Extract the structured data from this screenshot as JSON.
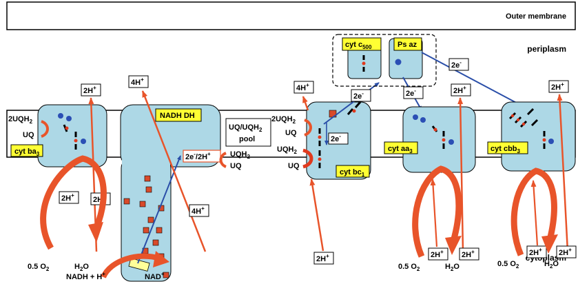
{
  "regions": {
    "outer_membrane": "Outer membrane",
    "periplasm": "periplasm",
    "cytoplasm": "cytoplasm"
  },
  "colors": {
    "complex_fill": "#add8e6",
    "name_box_fill": "#ffff33",
    "arrow_orange": "#e8542a",
    "electron_arrow": "#2a4ea8",
    "cube_fill": "#d94a2a",
    "heme_red": "#e03a1e",
    "copper_blue": "#2b4fb5",
    "membrane_stroke": "#000000"
  },
  "complexes": {
    "ba3": {
      "name": "cyt ba",
      "sub": "3"
    },
    "nadh": {
      "name": "NADH DH"
    },
    "bc1": {
      "name": "cyt bc",
      "sub": "1"
    },
    "aa3": {
      "name": "cyt aa",
      "sub": "3"
    },
    "cbb3": {
      "name": "cyt cbb",
      "sub": "3"
    },
    "c500": {
      "name": "cyt c",
      "sub": "500"
    },
    "psaz": {
      "name": "Ps az"
    }
  },
  "labels": {
    "two_h": "2H",
    "four_h": "4H",
    "plus": "+",
    "e_minus_2": "2e",
    "minus": "-",
    "two_uqh2_a": "2UQH",
    "uq": "UQ",
    "uqh2": "UQH",
    "sub2": "2",
    "two_uqh2_b": "2UQH",
    "uq_pool_1": "UQ/UQH",
    "uq_pool_2": "pool",
    "two_e_two_h": "2e",
    "two_e_two_h_mid": "/2H",
    "half_o2": "0.5 O",
    "h2o_h": "H",
    "h2o_o": "O",
    "nadh": "NADH + H",
    "nad": "NAD"
  }
}
